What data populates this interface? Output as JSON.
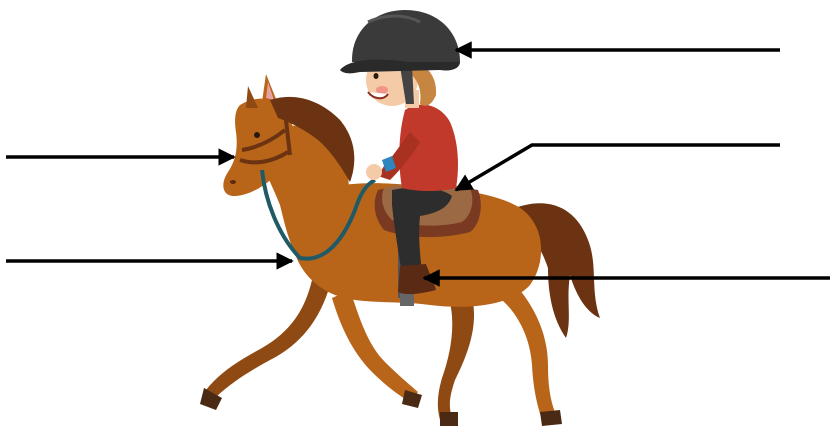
{
  "diagram": {
    "colors": {
      "background": "#ffffff",
      "arrow": "#000000",
      "horse_coat": "#b8651a",
      "horse_shadow": "#8e4a12",
      "mane": "#6b3312",
      "hoof": "#4a2a14",
      "helmet": "#3a3a3a",
      "shirt": "#c0392b",
      "trousers": "#2d2d2d",
      "saddle": "#9b6a44",
      "reins": "#1f5a66"
    },
    "labels": [
      {
        "key": "helmet",
        "text": "",
        "points_to_icon": "helmet-icon"
      },
      {
        "key": "saddle",
        "text": "",
        "points_to_icon": "saddle-icon"
      },
      {
        "key": "boot",
        "text": "",
        "points_to_icon": "boot-icon"
      },
      {
        "key": "bridle",
        "text": "",
        "points_to_icon": "bridle-icon"
      },
      {
        "key": "reins",
        "text": "",
        "points_to_icon": "reins-icon"
      }
    ]
  }
}
